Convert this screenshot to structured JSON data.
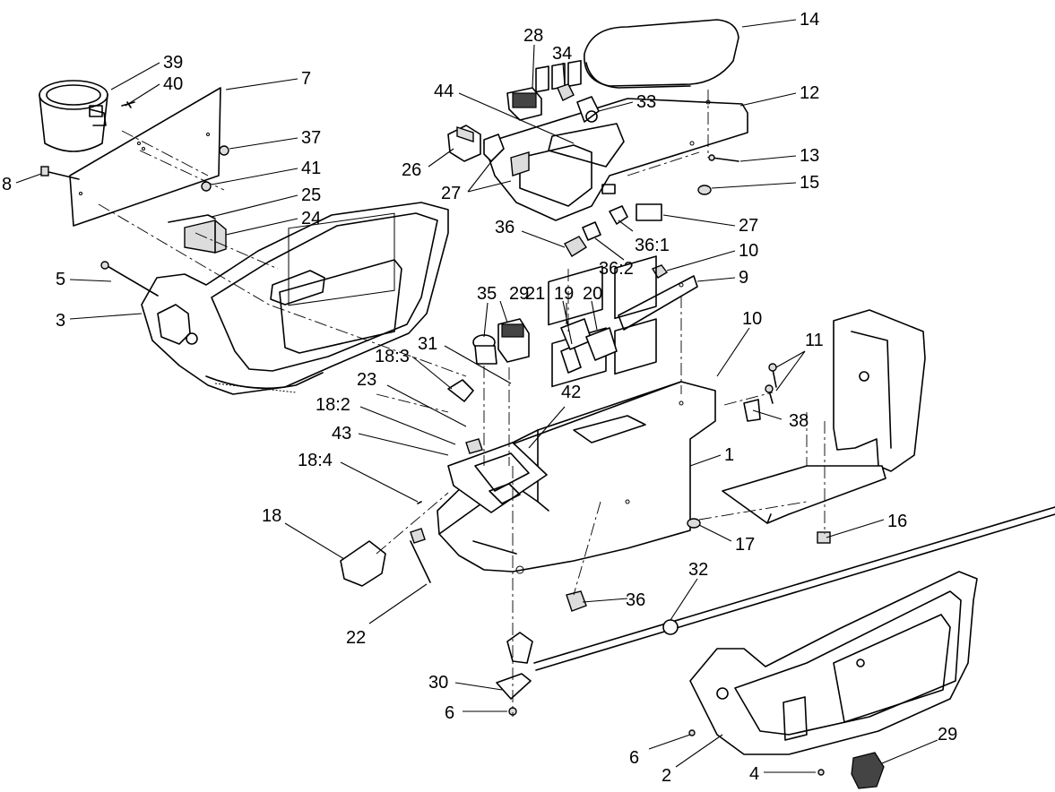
{
  "diagram": {
    "labels": [
      {
        "id": "l14",
        "text": "14"
      },
      {
        "id": "l28",
        "text": "28"
      },
      {
        "id": "l34",
        "text": "34"
      },
      {
        "id": "l39",
        "text": "39"
      },
      {
        "id": "l40",
        "text": "40"
      },
      {
        "id": "l7",
        "text": "7"
      },
      {
        "id": "l44",
        "text": "44"
      },
      {
        "id": "l33",
        "text": "33"
      },
      {
        "id": "l12",
        "text": "12"
      },
      {
        "id": "l37",
        "text": "37"
      },
      {
        "id": "l26",
        "text": "26"
      },
      {
        "id": "l13",
        "text": "13"
      },
      {
        "id": "l41",
        "text": "41"
      },
      {
        "id": "l8",
        "text": "8"
      },
      {
        "id": "l27a",
        "text": "27"
      },
      {
        "id": "l15",
        "text": "15"
      },
      {
        "id": "l25",
        "text": "25"
      },
      {
        "id": "l24",
        "text": "24"
      },
      {
        "id": "l27b",
        "text": "27"
      },
      {
        "id": "l36a",
        "text": "36"
      },
      {
        "id": "l36_1",
        "text": "36:1"
      },
      {
        "id": "l10a",
        "text": "10"
      },
      {
        "id": "l36_2",
        "text": "36:2"
      },
      {
        "id": "l5",
        "text": "5"
      },
      {
        "id": "l9",
        "text": "9"
      },
      {
        "id": "l35",
        "text": "35"
      },
      {
        "id": "l29a",
        "text": "29"
      },
      {
        "id": "l21",
        "text": "21"
      },
      {
        "id": "l19",
        "text": "19"
      },
      {
        "id": "l20",
        "text": "20"
      },
      {
        "id": "l3",
        "text": "3"
      },
      {
        "id": "l10b",
        "text": "10"
      },
      {
        "id": "l11",
        "text": "11"
      },
      {
        "id": "l31",
        "text": "31"
      },
      {
        "id": "l18_3",
        "text": "18:3"
      },
      {
        "id": "l23",
        "text": "23"
      },
      {
        "id": "l42",
        "text": "42"
      },
      {
        "id": "l18_2",
        "text": "18:2"
      },
      {
        "id": "l38",
        "text": "38"
      },
      {
        "id": "l43",
        "text": "43"
      },
      {
        "id": "l1",
        "text": "1"
      },
      {
        "id": "l18_4",
        "text": "18:4"
      },
      {
        "id": "l18",
        "text": "18"
      },
      {
        "id": "l16",
        "text": "16"
      },
      {
        "id": "l17",
        "text": "17"
      },
      {
        "id": "l32",
        "text": "32"
      },
      {
        "id": "l36b",
        "text": "36"
      },
      {
        "id": "l22",
        "text": "22"
      },
      {
        "id": "l30",
        "text": "30"
      },
      {
        "id": "l6a",
        "text": "6"
      },
      {
        "id": "l29b",
        "text": "29"
      },
      {
        "id": "l6b",
        "text": "6"
      },
      {
        "id": "l2",
        "text": "2"
      },
      {
        "id": "l4",
        "text": "4"
      }
    ]
  }
}
